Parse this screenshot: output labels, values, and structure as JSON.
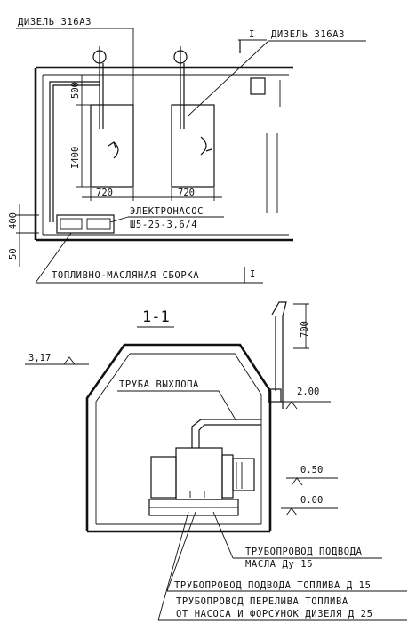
{
  "plan": {
    "diesel_label_left": "ДИЗЕЛЬ 316А3",
    "diesel_label_right": "ДИЗЕЛЬ 316А3",
    "section_mark_top": "I",
    "section_mark_bottom": "I",
    "dim_500": "500",
    "dim_1400": "I400",
    "dim_720_left": "720",
    "dim_720_right": "720",
    "dim_400": "400",
    "dim_50": "50",
    "pump_label_line1": "ЭЛЕКТРОНАСОС",
    "pump_label_line2": "Ш5-25-3,6/4",
    "assembly_label": "ТОПЛИВНО-МАСЛЯНАЯ СБОРКА"
  },
  "section": {
    "title": "1-1",
    "elev_317": "3,17",
    "dim_700": "700",
    "exhaust_label": "ТРУБА ВЫХЛОПА",
    "elev_200": "2.00",
    "elev_050": "0.50",
    "elev_000": "0.00",
    "oil_line1": "ТРУБОПРОВОД ПОДВОДА",
    "oil_line2": "МАСЛА Ду 15",
    "fuel_line": "ТРУБОПРОВОД ПОДВОДА ТОПЛИВА Д 15",
    "overflow_line1": "ТРУБОПРОВОД ПЕРЕЛИВА ТОПЛИВА",
    "overflow_line2": "ОТ НАСОСА И ФОРСУНОК ДИЗЕЛЯ Д 25"
  }
}
